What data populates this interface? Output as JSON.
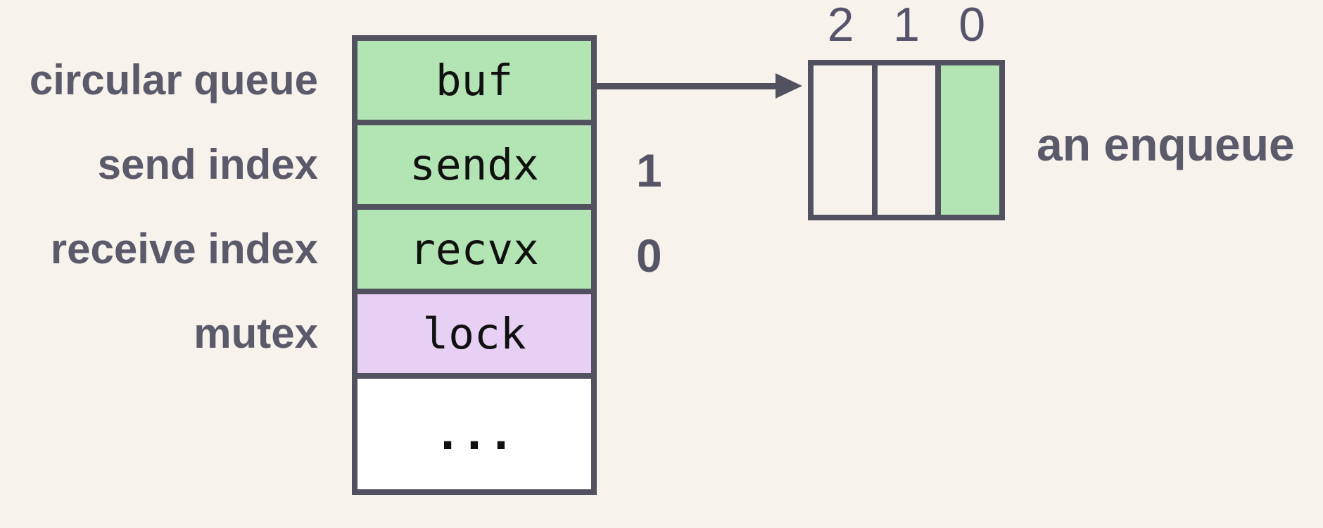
{
  "colors": {
    "background": "#f7f2ec",
    "border": "#52515f",
    "green": "#b2e5b3",
    "purple": "#e8cff4",
    "white": "#ffffff",
    "annotation_text": "#5b5a6a",
    "field_text": "#101010",
    "value_text": "#565567"
  },
  "struct": {
    "rows": [
      {
        "annotation": "circular queue",
        "field": "buf",
        "fill": "green",
        "value": ""
      },
      {
        "annotation": "send index",
        "field": "sendx",
        "fill": "green",
        "value": "1"
      },
      {
        "annotation": "receive index",
        "field": "recvx",
        "fill": "green",
        "value": "0"
      },
      {
        "annotation": "mutex",
        "field": "lock",
        "fill": "purple",
        "value": ""
      },
      {
        "annotation": "",
        "field": "...",
        "fill": "white",
        "value": ""
      }
    ]
  },
  "buffer_array": {
    "index_labels": [
      "2",
      "1",
      "0"
    ],
    "cells": [
      {
        "state": "empty",
        "fill": "background"
      },
      {
        "state": "empty",
        "fill": "background"
      },
      {
        "state": "filled",
        "fill": "green"
      }
    ],
    "caption": "an enqueue"
  }
}
